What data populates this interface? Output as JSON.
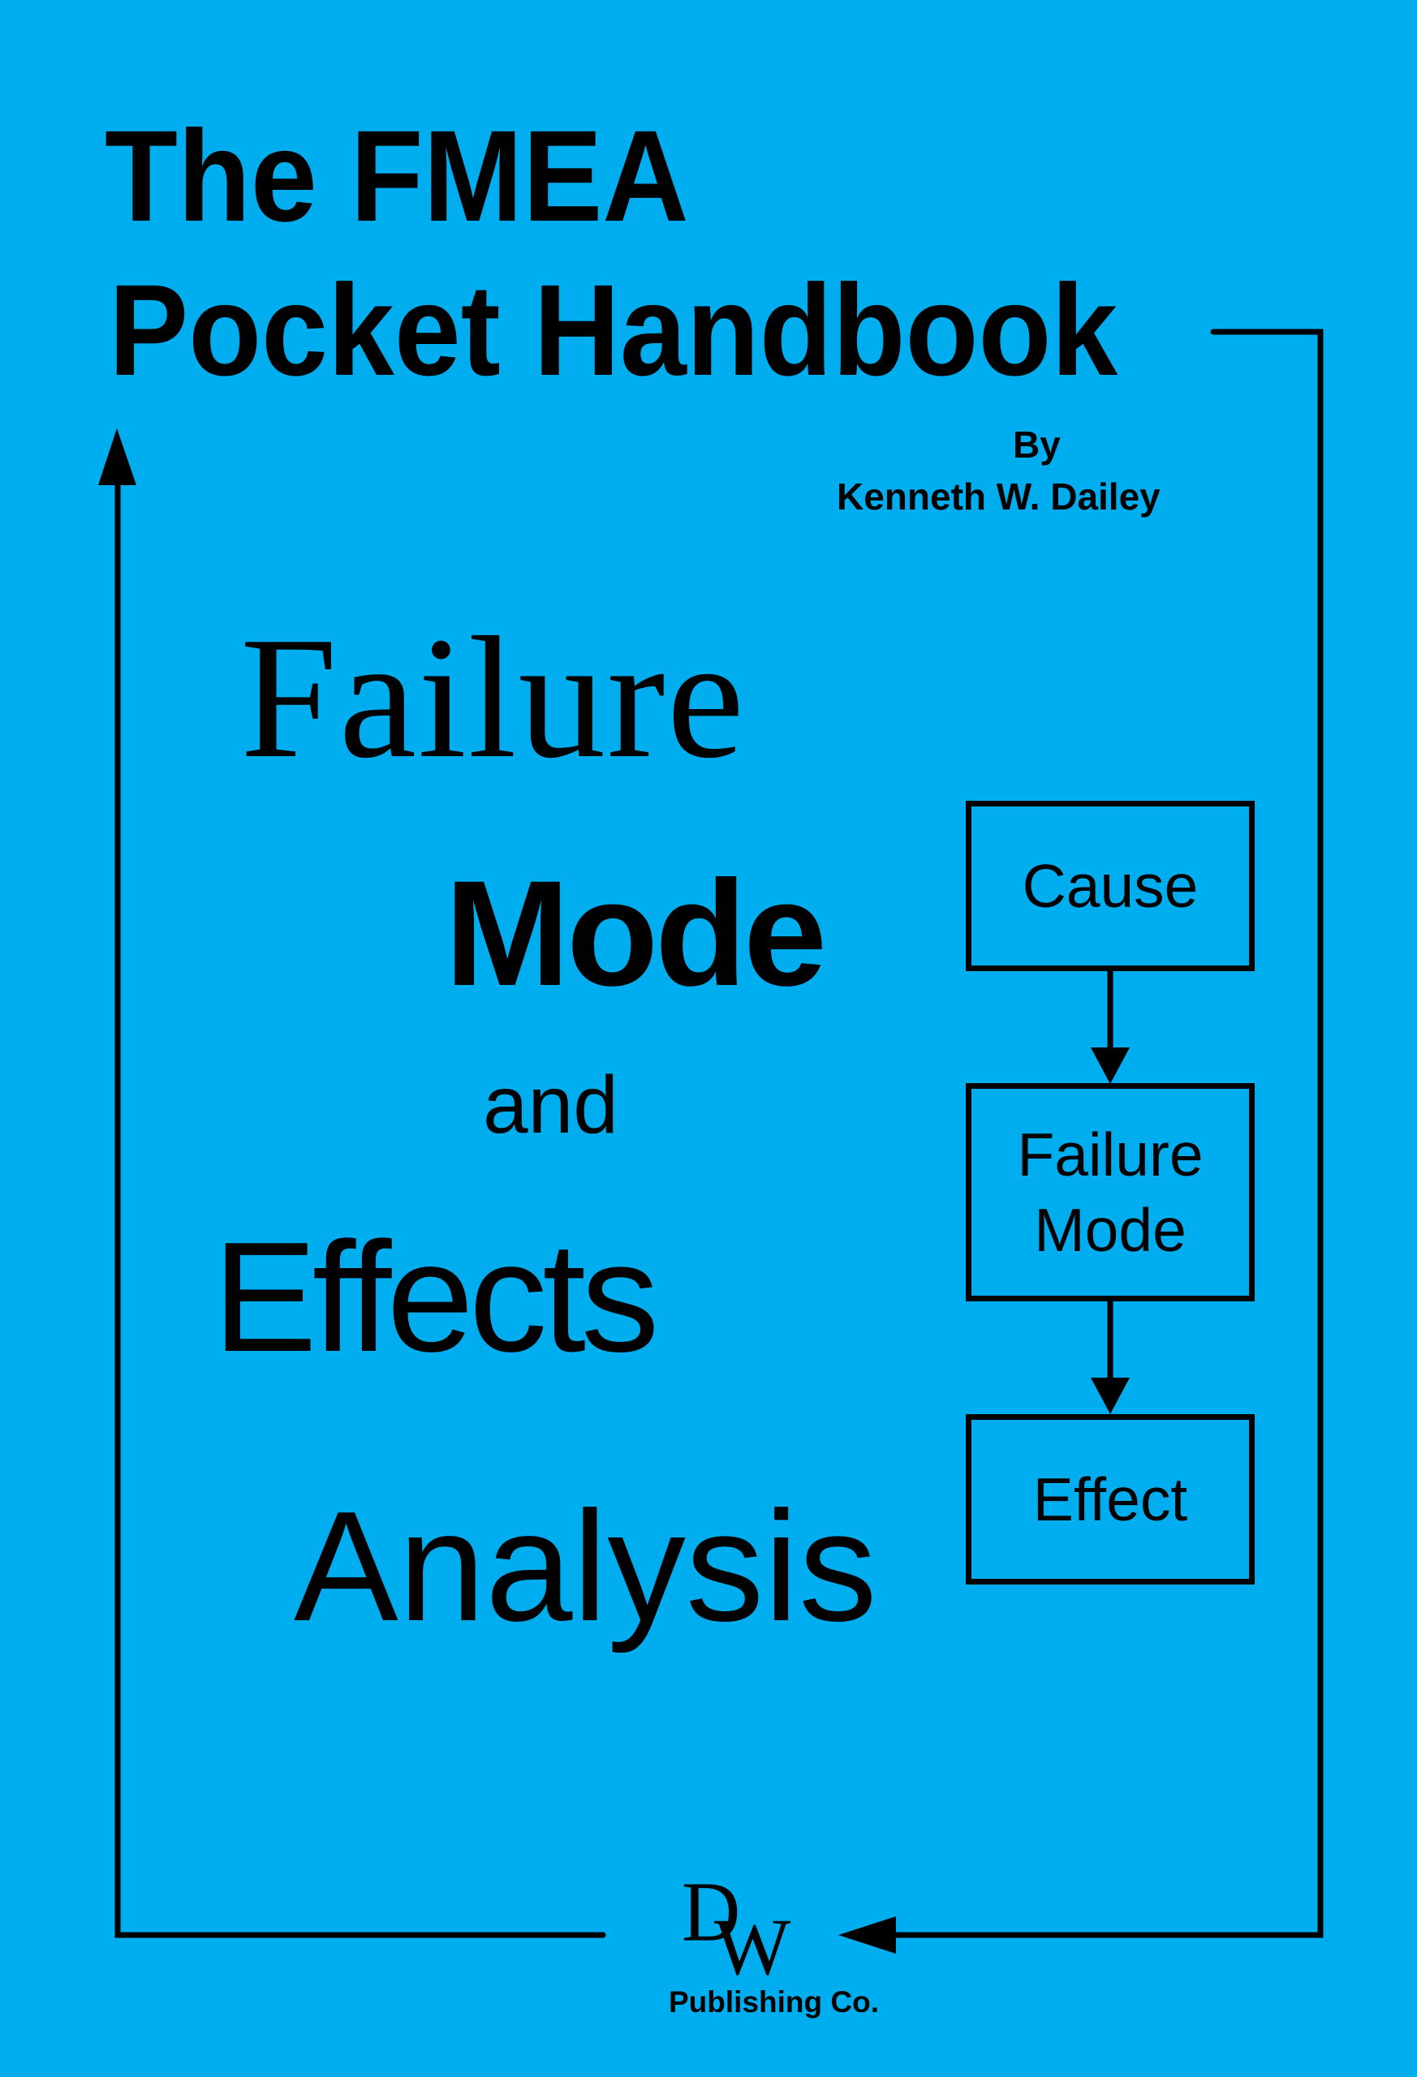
{
  "cover": {
    "background_color": "#00AEEF",
    "ink_color": "#000000",
    "title_line1": "The FMEA",
    "title_line2": "Pocket Handbook",
    "by_label": "By",
    "author": "Kenneth W. Dailey",
    "subtitle": {
      "word1": "Failure",
      "word2": "Mode",
      "word3": "and",
      "word4": "Effects",
      "word5": "Analysis"
    },
    "flowchart": {
      "boxes": [
        {
          "line1": "Cause",
          "line2": ""
        },
        {
          "line1": "Failure",
          "line2": "Mode"
        },
        {
          "line1": "Effect",
          "line2": ""
        }
      ],
      "connector_icon": "arrow-down-icon"
    },
    "publisher": {
      "logo_letter1": "D",
      "logo_letter2": "W",
      "name": "Publishing Co."
    },
    "border_loop": {
      "arrows": [
        "arrow-up-icon",
        "arrow-left-icon"
      ]
    }
  }
}
